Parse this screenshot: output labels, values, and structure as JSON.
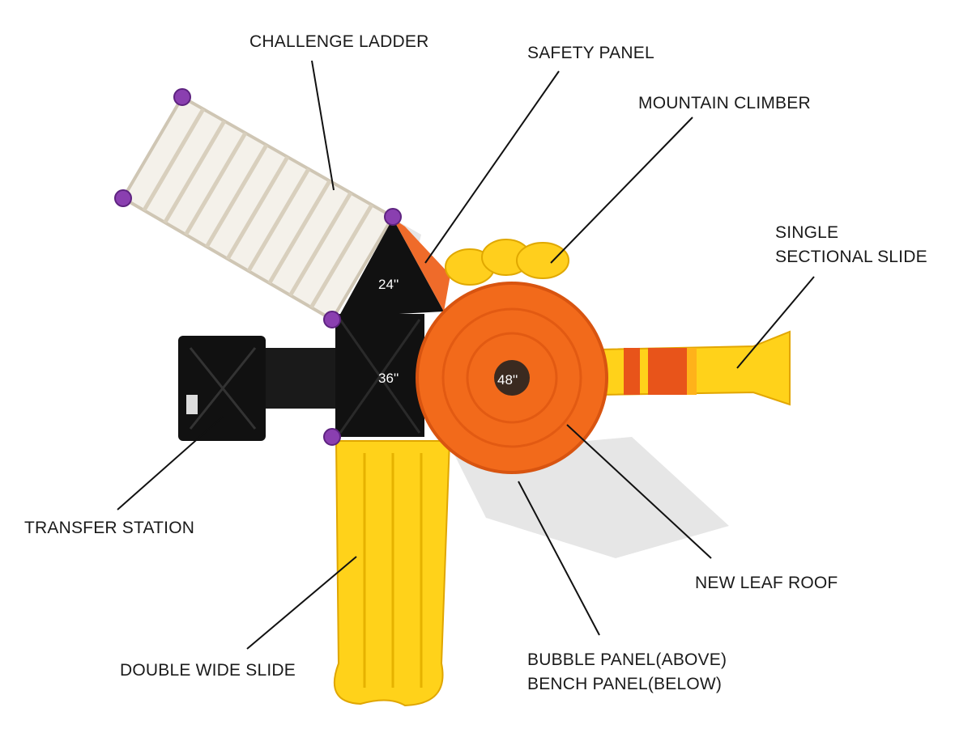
{
  "labels": {
    "challenge_ladder": "CHALLENGE LADDER",
    "safety_panel": "SAFETY PANEL",
    "mountain_climber": "MOUNTAIN CLIMBER",
    "single_sectional_slide_1": "SINGLE",
    "single_sectional_slide_2": "SECTIONAL SLIDE",
    "transfer_station": "TRANSFER STATION",
    "new_leaf_roof": "NEW LEAF ROOF",
    "double_wide_slide": "DOUBLE WIDE SLIDE",
    "bubble_panel": "BUBBLE PANEL(ABOVE)",
    "bench_panel": "BENCH PANEL(BELOW)"
  },
  "deck_heights": {
    "triangle_deck": "24''",
    "square_deck": "36''",
    "roof_deck": "48''"
  },
  "colors": {
    "deck": "#111111",
    "roof": "#f26a1b",
    "slide": "#ffd21a",
    "slide_band": "#e8541a",
    "post": "#8a3fb0",
    "ladder": "#e8e2d6"
  }
}
